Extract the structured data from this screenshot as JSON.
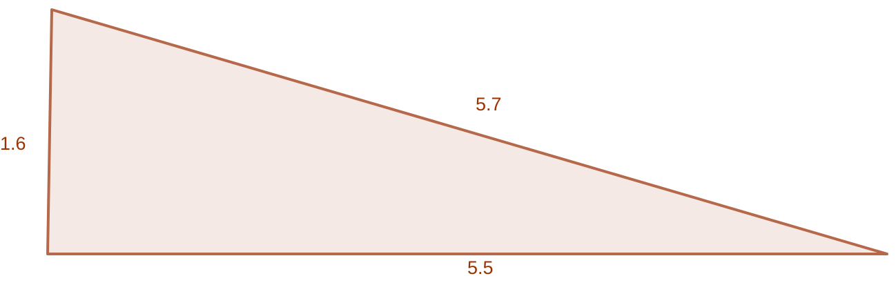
{
  "diagram": {
    "type": "triangle",
    "colors": {
      "stroke": "#b5694a",
      "fill": "#f5e9e5",
      "label": "#993300"
    },
    "sides": {
      "left": {
        "label": "1.6"
      },
      "hypotenuse": {
        "label": "5.7"
      },
      "bottom": {
        "label": "5.5"
      }
    }
  }
}
